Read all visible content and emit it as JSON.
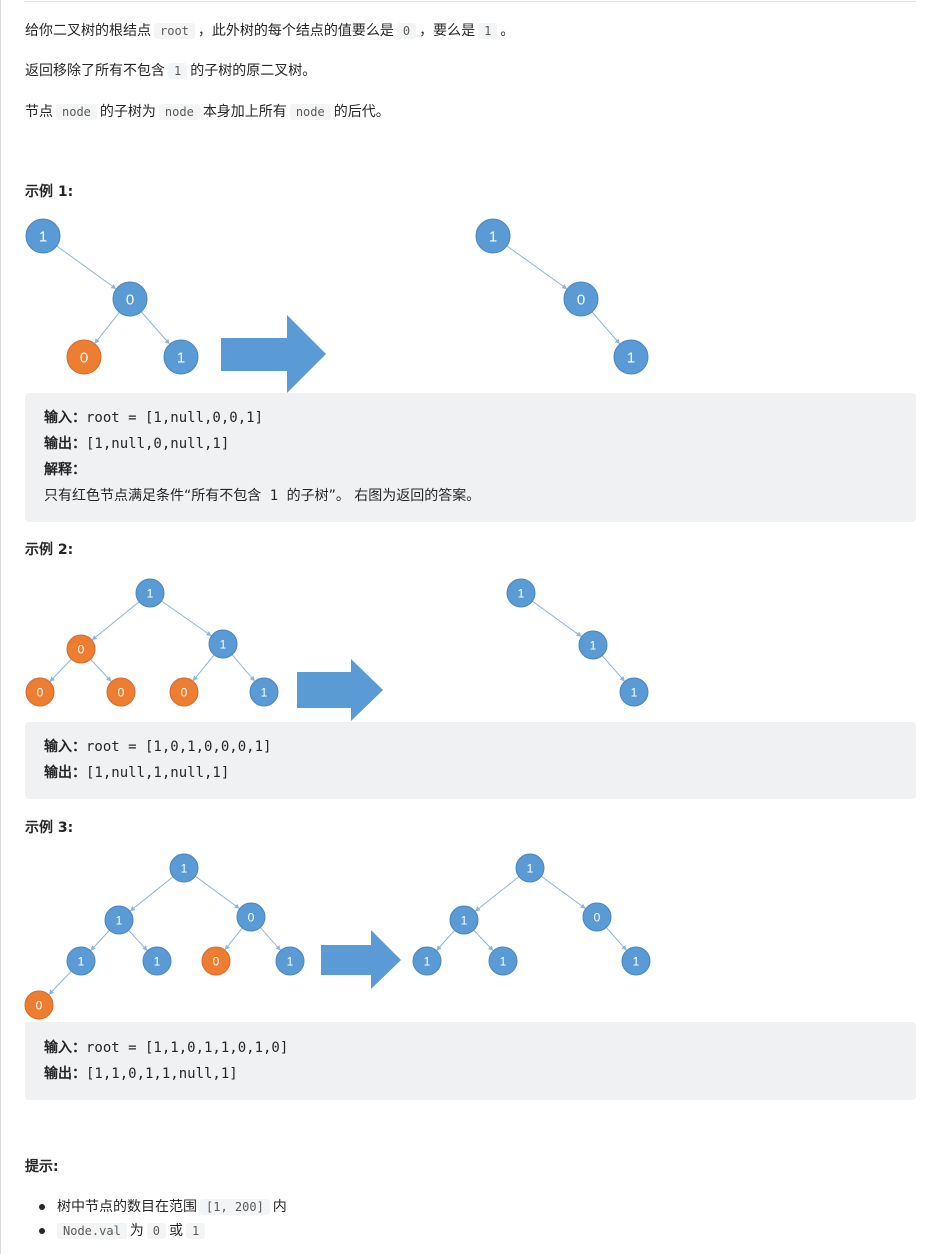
{
  "description": {
    "p1": {
      "t1": "给你二叉树的根结点",
      "c1": "root",
      "t2": "，此外树的每个结点的值要么是",
      "c2": "0",
      "t3": "，要么是",
      "c3": "1",
      "t4": "。"
    },
    "p2": {
      "t1": "返回移除了所有不包含",
      "c1": "1",
      "t2": "的子树的原二叉树。"
    },
    "p3": {
      "t1": "节点",
      "c1": "node",
      "t2": "的子树为",
      "c2": "node",
      "t3": "本身加上所有",
      "c3": "node",
      "t4": "的后代。"
    }
  },
  "examples": [
    {
      "title": "示例 1:",
      "input_label": "输入：",
      "input": "root = [1,null,0,0,1]",
      "output_label": "输出：",
      "output": "[1,null,0,null,1]",
      "explain_label": "解释：",
      "explain": {
        "t1": "只有红色节点满足条件“所有不包含",
        "c1": "1",
        "t2": "的子树”。 右图为返回的答案。"
      }
    },
    {
      "title": "示例 2:",
      "input_label": "输入：",
      "input": "root = [1,0,1,0,0,0,1]",
      "output_label": "输出：",
      "output": "[1,null,1,null,1]"
    },
    {
      "title": "示例 3:",
      "input_label": "输入：",
      "input": "root = [1,1,0,1,1,0,1,0]",
      "output_label": "输出：",
      "output": "[1,1,0,1,1,null,1]"
    }
  ],
  "trees": {
    "ex1_left": {
      "nodes": [
        [
          "1",
          "n"
        ],
        [
          "0",
          "n"
        ],
        [
          "0",
          "r"
        ],
        [
          "1",
          "n"
        ]
      ],
      "edges": [
        [
          0,
          1
        ],
        [
          1,
          2
        ],
        [
          1,
          3
        ]
      ]
    },
    "ex1_right": {
      "nodes": [
        [
          "1",
          "n"
        ],
        [
          "0",
          "n"
        ],
        [
          "1",
          "n"
        ]
      ],
      "edges": [
        [
          0,
          1
        ],
        [
          1,
          2
        ]
      ]
    },
    "ex2_left": {
      "nodes": [
        [
          "1",
          "n"
        ],
        [
          "0",
          "r"
        ],
        [
          "1",
          "n"
        ],
        [
          "0",
          "r"
        ],
        [
          "0",
          "r"
        ],
        [
          "0",
          "r"
        ],
        [
          "1",
          "n"
        ]
      ],
      "edges": [
        [
          0,
          1
        ],
        [
          0,
          2
        ],
        [
          1,
          3
        ],
        [
          1,
          4
        ],
        [
          2,
          5
        ],
        [
          2,
          6
        ]
      ]
    },
    "ex2_right": {
      "nodes": [
        [
          "1",
          "n"
        ],
        [
          "1",
          "n"
        ],
        [
          "1",
          "n"
        ]
      ],
      "edges": [
        [
          0,
          1
        ],
        [
          1,
          2
        ]
      ]
    },
    "ex3_left": {
      "nodes": [
        [
          "1",
          "n"
        ],
        [
          "1",
          "n"
        ],
        [
          "0",
          "n"
        ],
        [
          "1",
          "n"
        ],
        [
          "1",
          "n"
        ],
        [
          "0",
          "r"
        ],
        [
          "1",
          "n"
        ],
        [
          "0",
          "r"
        ]
      ],
      "edges": [
        [
          0,
          1
        ],
        [
          0,
          2
        ],
        [
          1,
          3
        ],
        [
          1,
          4
        ],
        [
          2,
          5
        ],
        [
          2,
          6
        ],
        [
          3,
          7
        ]
      ]
    },
    "ex3_right": {
      "nodes": [
        [
          "1",
          "n"
        ],
        [
          "1",
          "n"
        ],
        [
          "0",
          "n"
        ],
        [
          "1",
          "n"
        ],
        [
          "1",
          "n"
        ],
        [
          "1",
          "n"
        ]
      ],
      "edges": [
        [
          0,
          1
        ],
        [
          0,
          2
        ],
        [
          1,
          3
        ],
        [
          1,
          4
        ],
        [
          2,
          5
        ]
      ]
    }
  },
  "colors": {
    "node": "#5b9bd5",
    "node_removed": "#ed7d31",
    "arrow": "#5b9bd5",
    "edge": "#8fb4dd"
  },
  "hints": {
    "title": "提示:",
    "items": [
      {
        "t1": "树中节点的数目在范围",
        "c1": "[1, 200]",
        "t2": "内"
      },
      {
        "c1": "Node.val",
        "t1": "为",
        "c2": "0",
        "t2": "或",
        "c3": "1"
      }
    ]
  }
}
